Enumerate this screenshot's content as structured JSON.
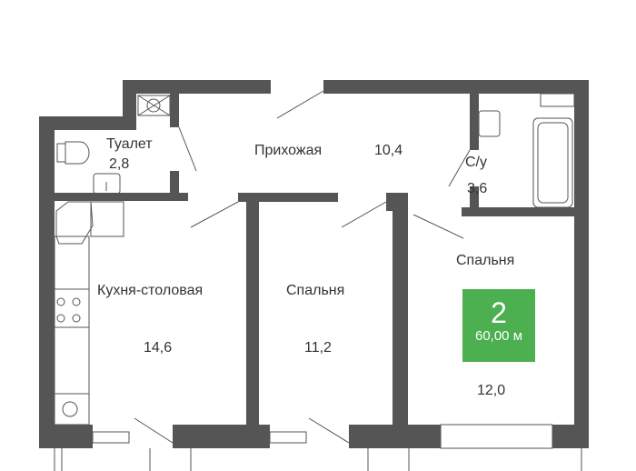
{
  "colors": {
    "wall": "#555555",
    "accent": "#4caf50"
  },
  "rooms": [
    {
      "name": "Туалет",
      "area": "2,8"
    },
    {
      "name": "Прихожая",
      "area": "10,4"
    },
    {
      "name": "С/у",
      "area": "3,6"
    },
    {
      "name": "Кухня-столовая",
      "area": "14,6"
    },
    {
      "name": "Спальня",
      "area": "11,2"
    },
    {
      "name": "Спальня",
      "area": "12,0"
    }
  ],
  "badge": {
    "rooms": "2",
    "area": "60,00 м"
  }
}
